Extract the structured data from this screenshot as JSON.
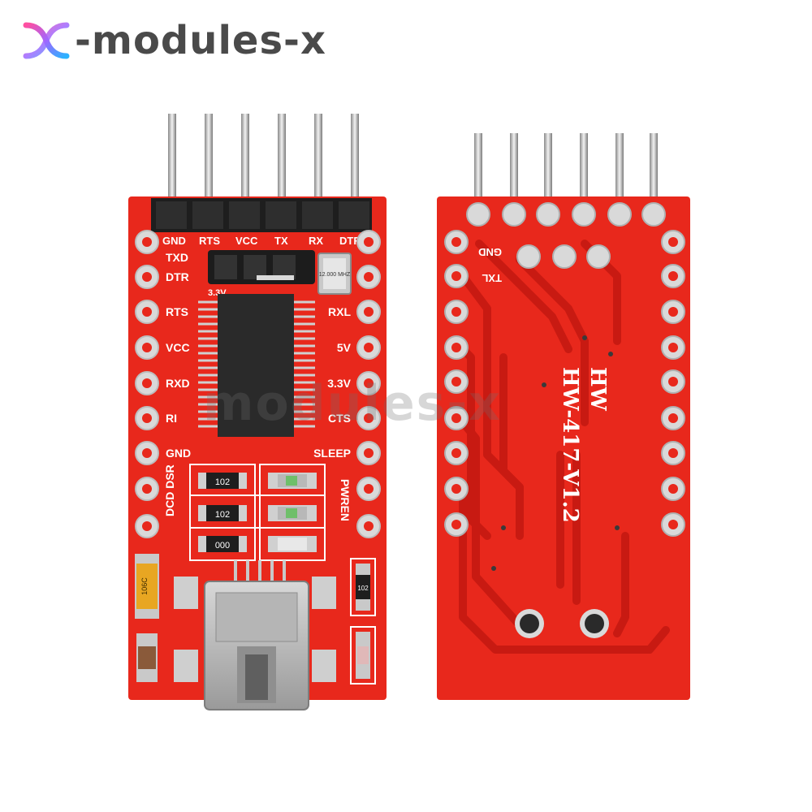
{
  "logo": {
    "text": "-modules-x"
  },
  "watermark": {
    "text": "modules-x"
  },
  "colors": {
    "pcb": "#e8281c",
    "pcb_dark": "#c81a12",
    "silk": "#ffffff",
    "pad": "#d9d9d9",
    "chip": "#2a2a2a"
  },
  "front_board": {
    "header_labels": [
      "GND",
      "RTS",
      "VCC",
      "TX",
      "RX",
      "DTR"
    ],
    "left_labels": [
      "TXD",
      "DTR",
      "RTS",
      "VCC",
      "RXD",
      "RI",
      "GND",
      "DCD DSR"
    ],
    "right_labels": [
      "RXL",
      "5V",
      "3.3V",
      "CTS",
      "SLEEP",
      "PWREN"
    ],
    "jumper_label": "3.3V",
    "crystal_label": "12.000 MHZ",
    "resistor_codes": [
      "102",
      "102",
      "000",
      "102"
    ],
    "capacitor_code": "106C"
  },
  "back_board": {
    "labels": [
      "GND",
      "TXL"
    ],
    "model_line1": "HW",
    "model_line2": "HW-417-V1.2"
  }
}
